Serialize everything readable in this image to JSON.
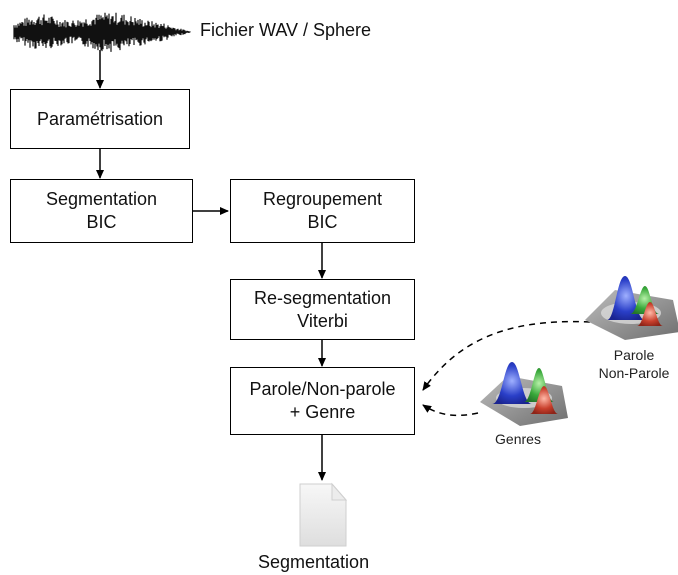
{
  "input": {
    "label": "Fichier WAV / Sphere",
    "icon": "waveform-icon"
  },
  "boxes": {
    "param": {
      "label": "Paramétrisation"
    },
    "seg_bic": {
      "line1": "Segmentation",
      "line2": "BIC"
    },
    "regroup_bic": {
      "line1": "Regroupement",
      "line2": "BIC"
    },
    "reseg_viterbi": {
      "line1": "Re-segmentation",
      "line2": "Viterbi"
    },
    "parole_genre": {
      "line1": "Parole/Non-parole",
      "line2": "+ Genre"
    }
  },
  "models": {
    "parole": {
      "line1": "Parole",
      "line2": "Non-Parole",
      "icon": "gaussian-mixture-icon"
    },
    "genres": {
      "label": "Genres",
      "icon": "gaussian-mixture-icon"
    }
  },
  "output": {
    "label": "Segmentation",
    "icon": "document-icon"
  },
  "colors": {
    "peak_blue": "#2a3fc8",
    "peak_green": "#39a83a",
    "peak_red": "#c9402d",
    "base": "#8a8a8a"
  }
}
